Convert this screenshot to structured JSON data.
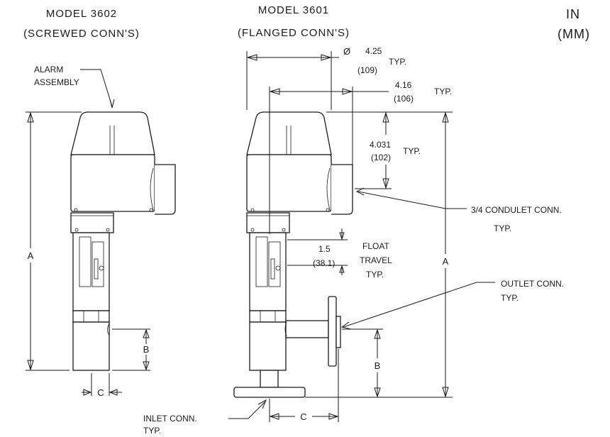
{
  "headings": {
    "model_3602": "MODEL 3602",
    "model_3602_sub": "(SCREWED CONN'S)",
    "model_3601": "MODEL 3601",
    "model_3601_sub": "(FLANGED CONN'S)",
    "units_in": "IN",
    "units_mm": "(MM)"
  },
  "callouts": {
    "alarm_1": "ALARM",
    "alarm_2": "ASSEMBLY",
    "condulet_1": "3/4 CONDULET CONN.",
    "condulet_2": "TYP.",
    "outlet_1": "OUTLET CONN.",
    "outlet_2": "TYP.",
    "inlet_1": "INLET CONN.",
    "inlet_2": "TYP.",
    "float_1": "FLOAT",
    "float_2": "TRAVEL",
    "float_3": "TYP."
  },
  "dimensions": {
    "dia_symbol": "Ø",
    "dia_in": "4.25",
    "dia_mm": "(109)",
    "dia_typ": "TYP.",
    "width_in": "4.16",
    "width_mm": "(106)",
    "width_typ": "TYP.",
    "head_in": "4.031",
    "head_mm": "(102)",
    "head_typ": "TYP.",
    "float_in": "1.5",
    "float_mm": "(38.1)",
    "a_left": "A",
    "a_right": "A",
    "b_left": "B",
    "b_right": "B",
    "c_left": "C",
    "c_right": "C"
  }
}
